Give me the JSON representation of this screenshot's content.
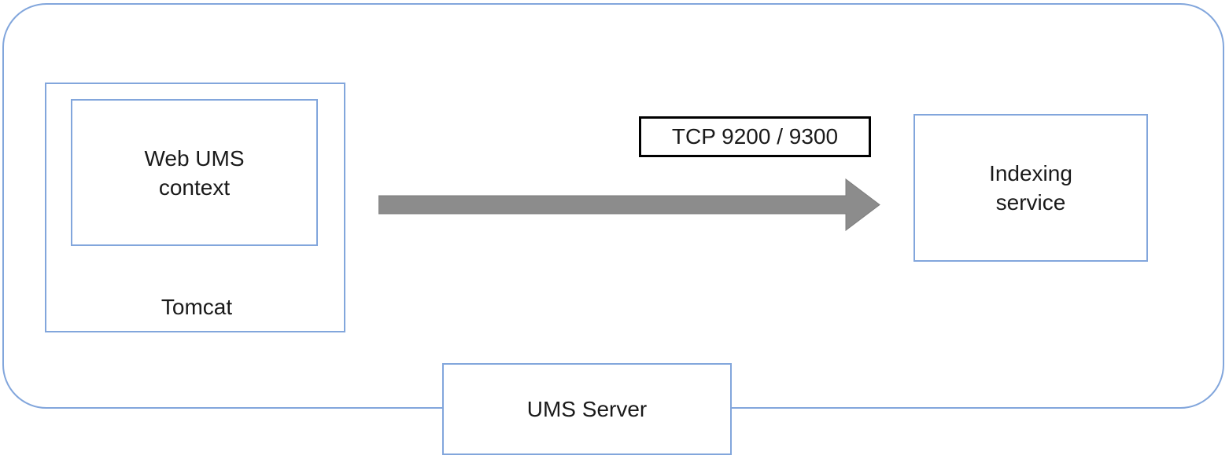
{
  "diagram": {
    "nodes": {
      "tomcat": {
        "label": "Tomcat"
      },
      "web_ums_context": {
        "lines": [
          "Web UMS",
          "context"
        ]
      },
      "indexing_service": {
        "lines": [
          "Indexing",
          "service"
        ]
      },
      "ums_server": {
        "label": "UMS Server"
      }
    },
    "connection": {
      "label": "TCP 9200 / 9300",
      "direction": "right"
    },
    "colors": {
      "box_border": "#82a6dc",
      "arrow_fill": "#8c8c8c",
      "arrow_stroke": "#7d7d7d",
      "label_border": "#000000",
      "text": "#1a1a1a"
    }
  }
}
